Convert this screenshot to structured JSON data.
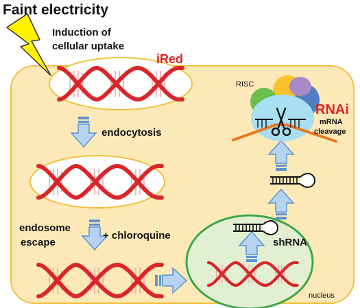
{
  "labels": {
    "title": "Faint electricity",
    "induction_line1": "Induction of",
    "induction_line2": "cellular uptake",
    "ired": "iRed",
    "endocytosis": "endocytosis",
    "endosome_line1": "endosome",
    "endosome_line2": "escape",
    "chloroquine": "+ chloroquine",
    "risc": "RISC",
    "rnai": "RNAi",
    "mrna_line1": "mRNA",
    "mrna_line2": "cleavage",
    "shrna": "shRNA",
    "nucleus": "nucleus"
  },
  "colors": {
    "cell_fill": "#fde9b8",
    "cell_stroke": "#f0c040",
    "nucleus_fill": "#e2efd2",
    "nucleus_stroke": "#3aa84a",
    "dna_red": "#d9262a",
    "arrow_fill": "#b6d3ef",
    "arrow_stroke": "#5b93d0",
    "ired_red": "#e02424",
    "rnai_red": "#e02424",
    "bolt_fill": "#fff200",
    "mrna_orange": "#e87722"
  },
  "icons": [
    "lightning-bolt-icon",
    "dna-helix-icon",
    "block-arrow-icon",
    "hairpin-rna-icon",
    "scissors-icon",
    "risc-complex-icon"
  ]
}
